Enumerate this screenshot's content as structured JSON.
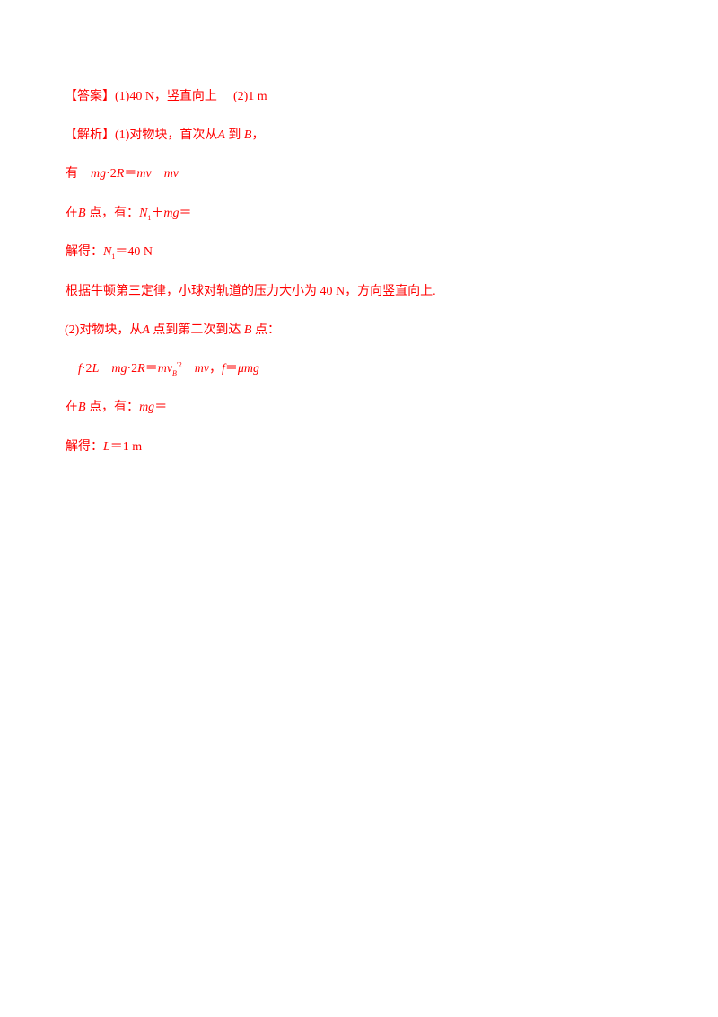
{
  "answer": {
    "bracket_label": "【答案】",
    "part1": "(1)40 N，竖直向上",
    "part2": "(2)1 m"
  },
  "analysis": {
    "bracket_label": "【解析】",
    "intro": "(1)对物块，首次从",
    "point_a": "A",
    "to": " 到 ",
    "point_b": "B",
    "comma": "，"
  },
  "eq1": {
    "prefix": "有",
    "minus": "－",
    "m": "mg",
    "dot": "·2",
    "R": "R",
    "eq": "＝",
    "mv1": "mv",
    "minus2": "－",
    "mv2": "mv"
  },
  "eq2": {
    "prefix": "在",
    "B": "B",
    "mid": " 点，有：",
    "N": "N",
    "sub": "1",
    "plus": "＋",
    "mg": "mg",
    "eq": "＝"
  },
  "eq3": {
    "prefix": "解得：",
    "N": "N",
    "sub": "1",
    "rest": "＝40 N"
  },
  "newton": {
    "text": "根据牛顿第三定律，小球对轨道的压力大小为 40 N，方向竖直向上."
  },
  "part2_intro": {
    "a": "(2)对物块，从",
    "A": "A",
    "b": " 点到第二次到达 ",
    "B": "B",
    "c": " 点："
  },
  "eq4": {
    "minus": "－",
    "f": "f",
    "dot": "·2",
    "L": "L",
    "minus2": "－",
    "mg": "mg",
    "dot2": "·2",
    "R": "R",
    "eq": "＝",
    "mvB": "mv",
    "subB": "B",
    "sup": "′2",
    "minus3": "－",
    "mv": "mv",
    "comma": "，",
    "f2": "f",
    "eq2": "＝",
    "mu": "μmg"
  },
  "eq5": {
    "prefix": "在",
    "B": "B",
    "mid": " 点，有：",
    "mg": "mg",
    "eq": "＝"
  },
  "eq6": {
    "prefix": "解得：",
    "L": "L",
    "rest": "＝1 m"
  }
}
